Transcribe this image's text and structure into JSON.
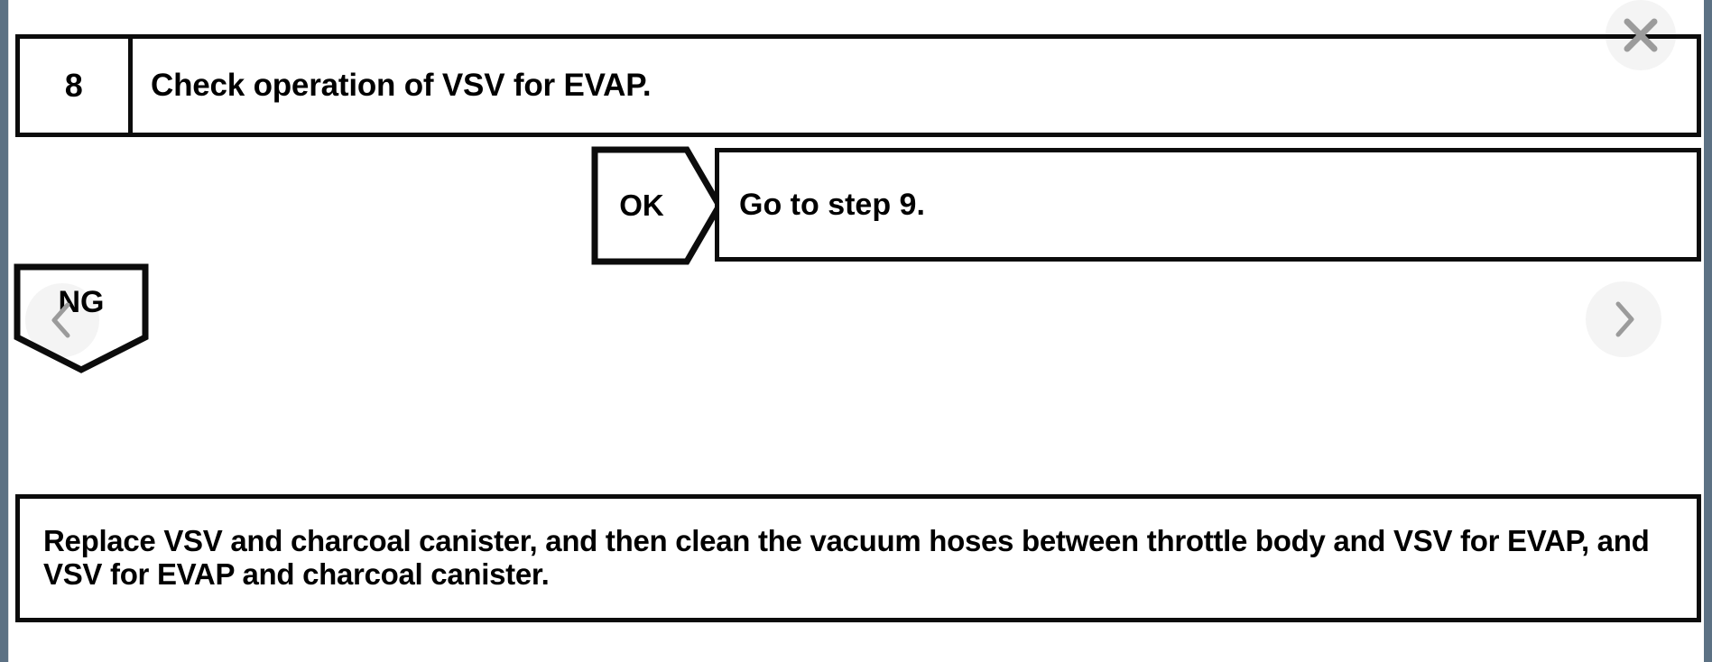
{
  "viewer": {
    "controls": {
      "close": {
        "icon": "close-icon",
        "label": "×",
        "color": "#9b9b9b"
      },
      "prev": {
        "icon": "chevron-left-icon",
        "color": "#9b9b9b"
      },
      "next": {
        "icon": "chevron-right-icon",
        "color": "#9b9b9b"
      }
    },
    "page_edge_color": "#5c7184"
  },
  "flowchart": {
    "step": {
      "number": "8",
      "description": "Check operation of VSV for EVAP."
    },
    "branches": [
      {
        "result": "OK",
        "shape": "right-arrow-pentagon",
        "outcome": "Go to step 9."
      },
      {
        "result": "NG",
        "shape": "down-pentagon",
        "outcome": "Replace VSV and charcoal canister, and then clean the vacuum hoses between throttle body and VSV for EVAP, and VSV for EVAP and charcoal canister."
      }
    ],
    "ok_label": "OK",
    "ng_label": "NG",
    "goto_text": "Go to step 9.",
    "action_text": "Replace VSV and charcoal canister, and then clean the vacuum hoses between throttle body and VSV for EVAP, and VSV for EVAP and charcoal canister."
  }
}
